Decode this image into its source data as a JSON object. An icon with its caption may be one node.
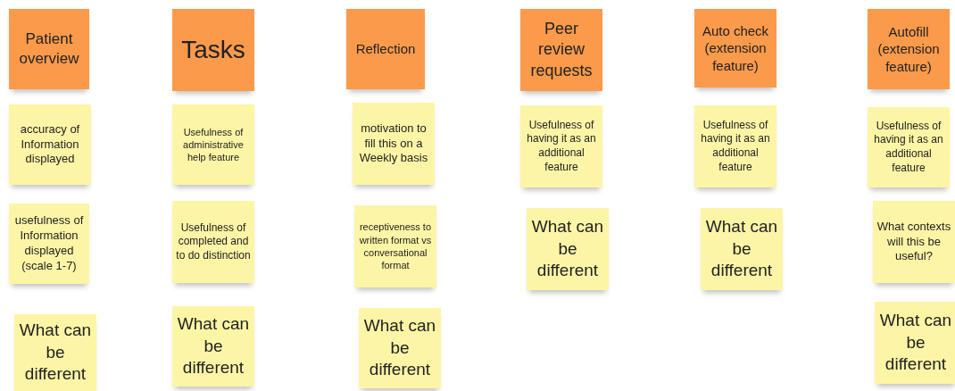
{
  "diagram": {
    "nodes": [
      {
        "text": [
          "Patient overview"
        ]
      },
      {
        "text": [
          "accuracy of Information displayed"
        ]
      },
      {
        "text": [
          "usefulness of Information displayed (scale 1-7)"
        ]
      },
      {
        "text": [
          "What can be different"
        ]
      },
      {
        "text": [
          "Tasks"
        ]
      },
      {
        "text": [
          "Usefulness of administrative help feature"
        ]
      },
      {
        "text": [
          "Usefulness of completed and to do distinction"
        ]
      },
      {
        "text": [
          "What can be different"
        ]
      },
      {
        "text": [
          "Reflection"
        ]
      },
      {
        "text": [
          "motivation to fill this on a Weekly basis"
        ]
      },
      {
        "text": [
          "receptiveness to written format vs conversational format"
        ]
      },
      {
        "text": [
          "What can be different"
        ]
      },
      {
        "text": [
          "Peer review requests"
        ]
      },
      {
        "text": [
          "Usefulness of having it as an additional feature"
        ]
      },
      {
        "text": [
          "What can be different"
        ]
      },
      {
        "text": [
          "Auto check (extension feature)"
        ]
      },
      {
        "text": [
          "Usefulness of having it as an additional feature"
        ]
      },
      {
        "text": [
          "What can be different"
        ]
      },
      {
        "text": [
          "Autofill (extension feature)"
        ]
      },
      {
        "text": [
          "Usefulness of having it as an additional feature"
        ]
      },
      {
        "text": [
          "What contexts will this be useful?"
        ]
      },
      {
        "text": [
          "What can be different"
        ]
      }
    ]
  }
}
